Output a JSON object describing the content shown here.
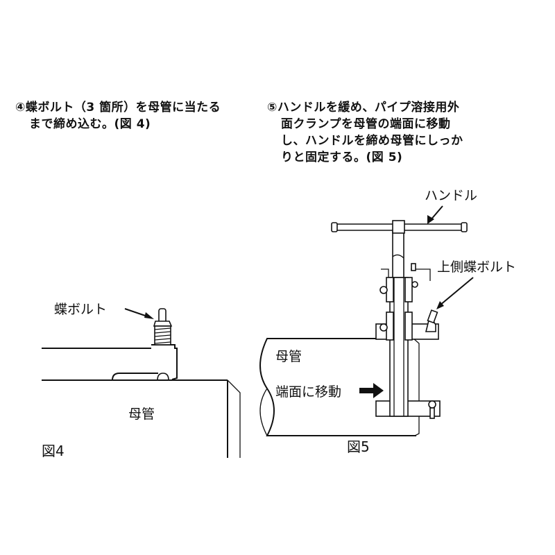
{
  "step4": {
    "lines": [
      "④蝶ボルト（3 箇所）を母管に当たる",
      "まで締め込む。(図 4)"
    ]
  },
  "step5": {
    "lines": [
      "⑤ハンドルを緩め、パイプ溶接用外",
      "面クランプを母管の端面に移動",
      "し、ハンドルを締め母管にしっか",
      "りと固定する。(図 5)"
    ]
  },
  "figure4": {
    "caption": "図4",
    "label_bolt": "蝶ボルト",
    "label_pipe": "母管"
  },
  "figure5": {
    "caption": "図5",
    "label_handle": "ハンドル",
    "label_upper_bolt": "上側蝶ボルト",
    "label_pipe": "母管",
    "label_move": "端面に移動"
  }
}
